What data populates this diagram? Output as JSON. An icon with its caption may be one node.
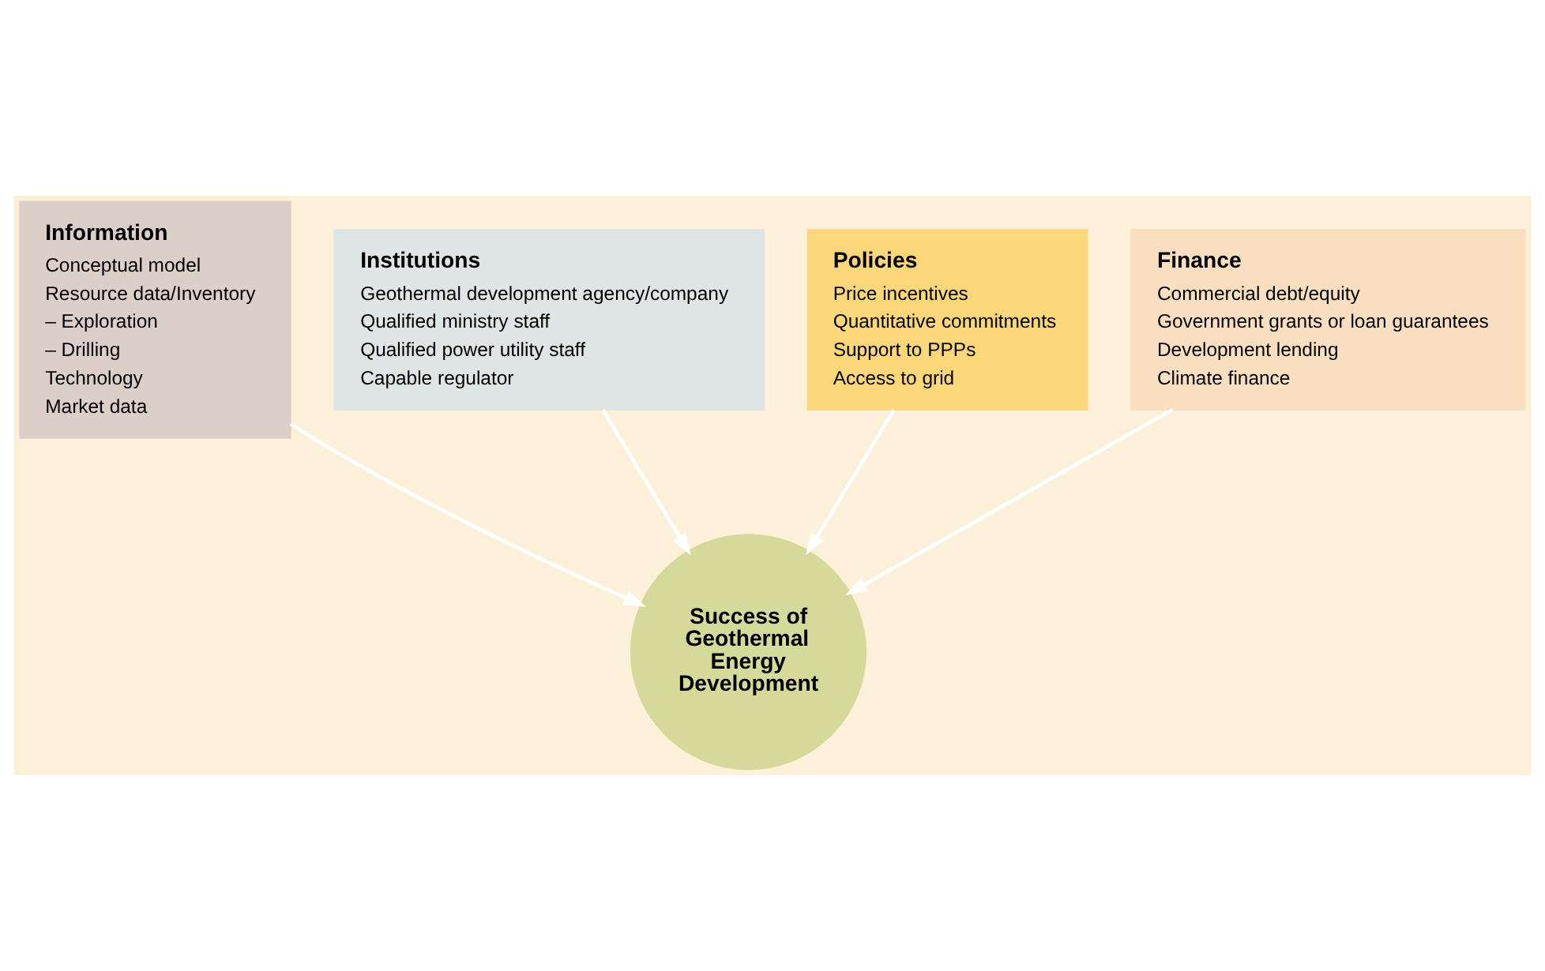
{
  "diagram": {
    "nodes": [
      {
        "text": [
          "Institutions",
          "Geothermal development agency/company",
          "Qualified ministry staff",
          "Qualified power utility staff",
          "Capable regulator"
        ]
      },
      {
        "text": [
          "Policies",
          "Price incentives",
          "Quantitative commitments",
          "Support to PPPs",
          "Access to grid"
        ]
      },
      {
        "text": [
          "Information",
          "Conceptual model",
          "Resource data/Inventory",
          "– Exploration",
          "– Drilling",
          "Technology",
          "Market data"
        ]
      },
      {
        "text": [
          "Finance",
          "Commercial debt/equity",
          "Government grants or loan guarantees",
          "Development lending",
          "Climate finance"
        ]
      },
      {
        "text": [
          "Success of Geothermal Energy Development"
        ]
      }
    ],
    "edges": [
      {
        "from": 0,
        "to": 4,
        "arrow": "to"
      },
      {
        "from": 1,
        "to": 4,
        "arrow": "to"
      },
      {
        "from": 2,
        "to": 4,
        "arrow": "to"
      },
      {
        "from": 3,
        "to": 4,
        "arrow": "to"
      }
    ]
  }
}
